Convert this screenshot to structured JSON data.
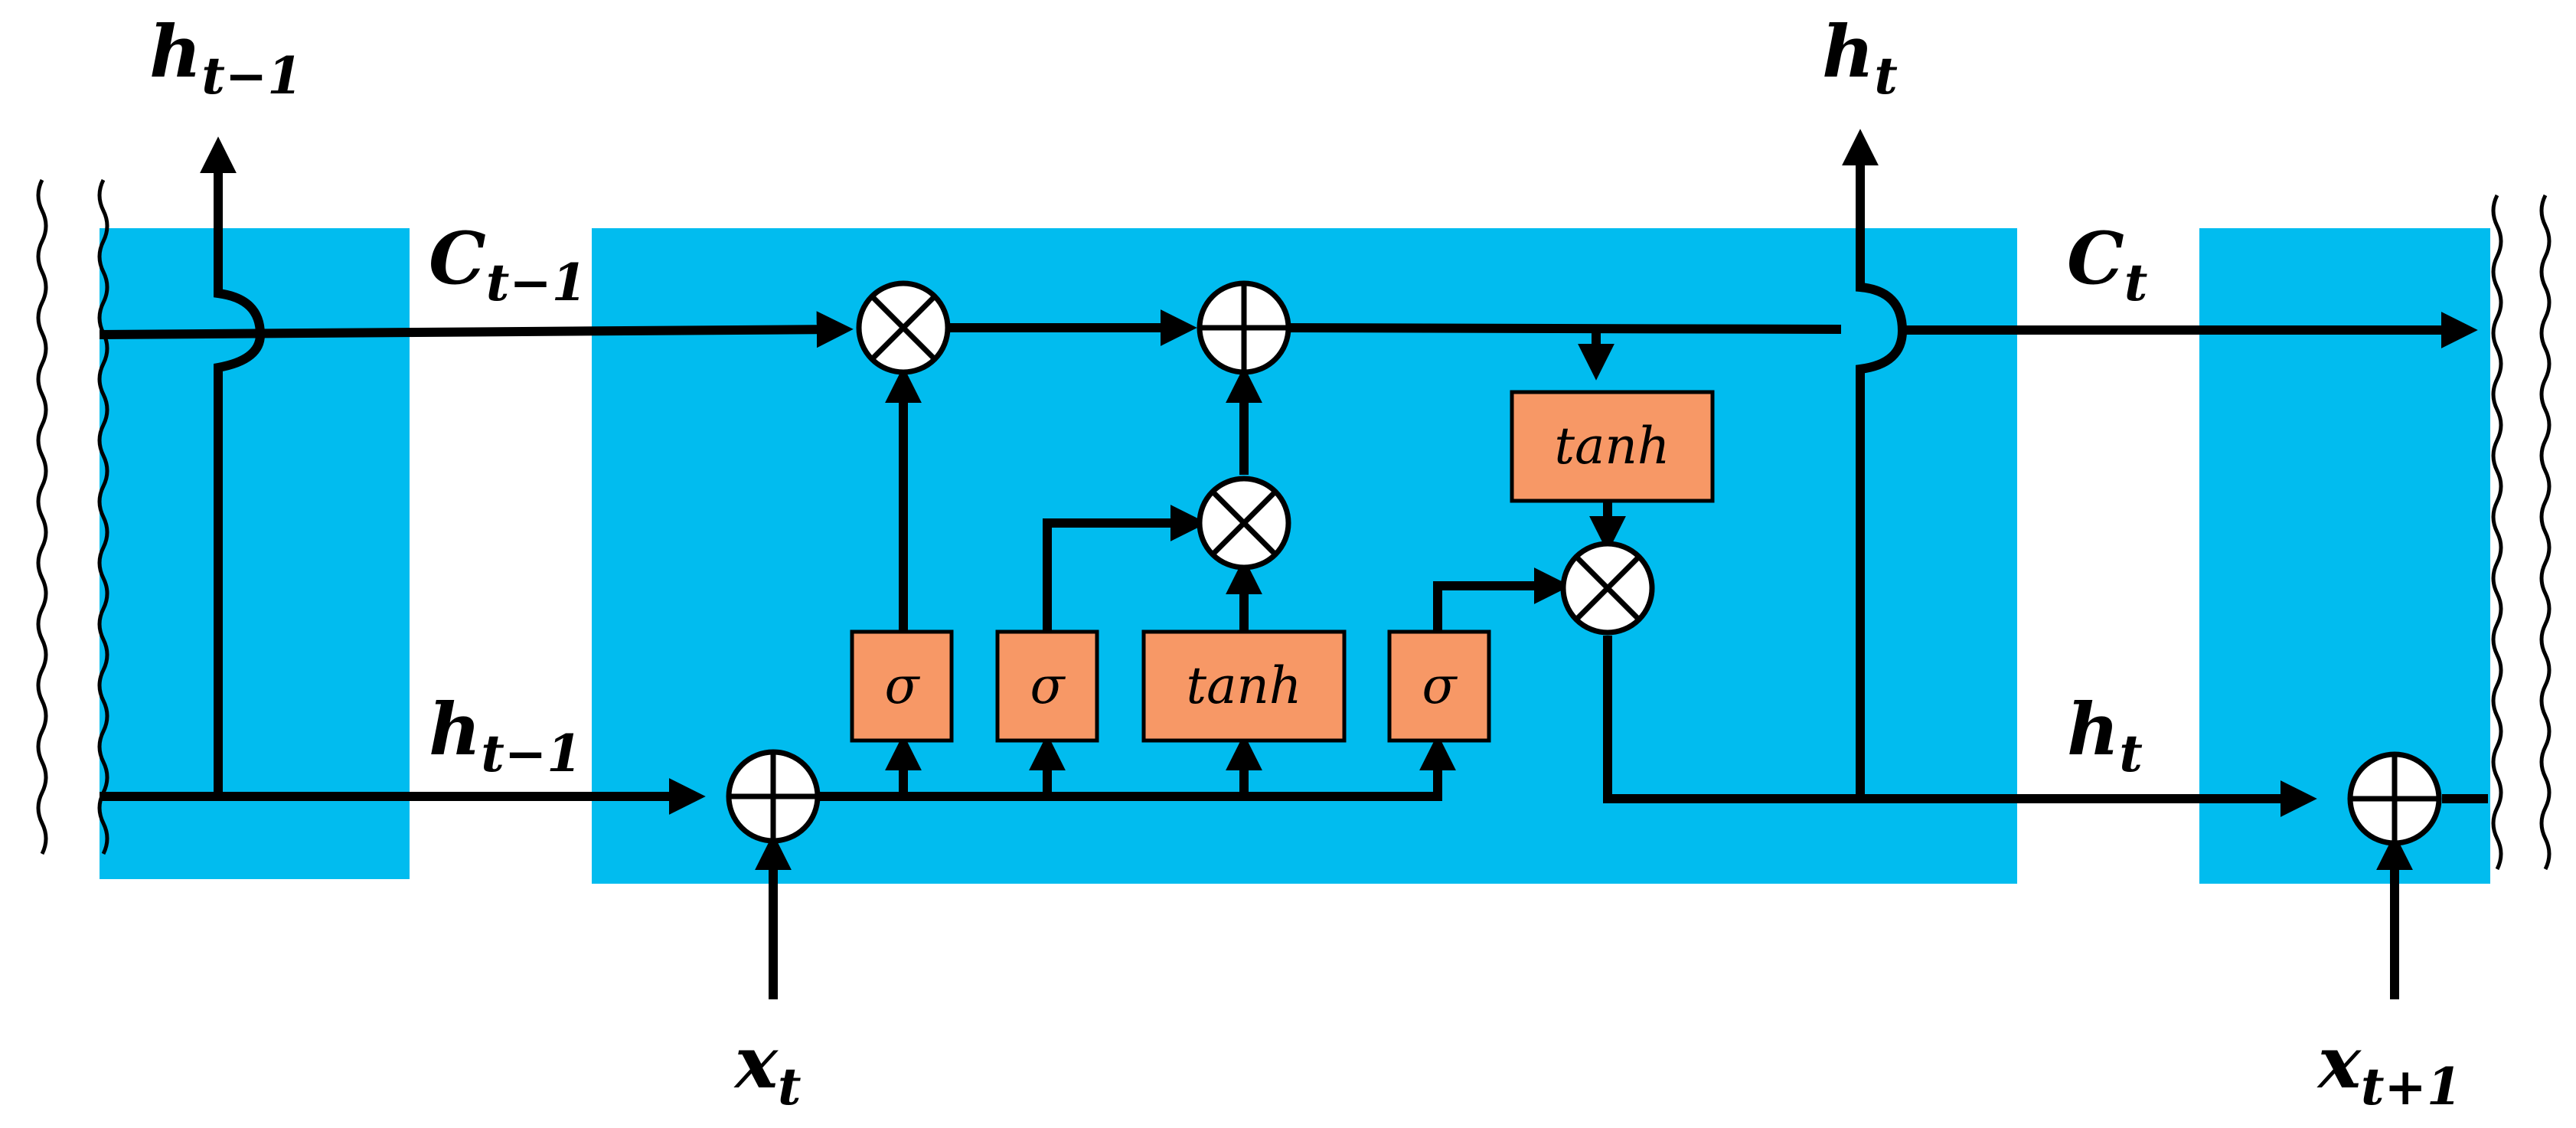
{
  "colors": {
    "cell_background": "#01bcef",
    "gate_fill": "#f79866",
    "line": "#000000"
  },
  "labels": {
    "h_prev_top": {
      "base": "h",
      "sub": "t−1"
    },
    "c_prev": {
      "base": "C",
      "sub": "t−1"
    },
    "h_prev_mid": {
      "base": "h",
      "sub": "t−1"
    },
    "h_t_top": {
      "base": "h",
      "sub": "t"
    },
    "c_t": {
      "base": "C",
      "sub": "t"
    },
    "h_t_mid": {
      "base": "h",
      "sub": "t"
    },
    "x_t": {
      "base": "x",
      "sub": "t"
    },
    "x_next": {
      "base": "x",
      "sub": "t+1"
    }
  },
  "gates": {
    "forget": "σ",
    "input": "σ",
    "candidate": "tanh",
    "output": "σ",
    "cell_tanh": "tanh"
  },
  "operators": {
    "multiply": "multiply",
    "add": "add"
  }
}
